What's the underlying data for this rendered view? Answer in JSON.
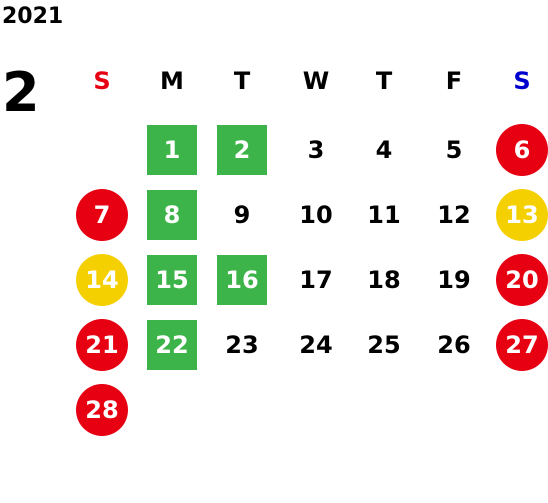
{
  "calendar": {
    "year": "2021",
    "month": "2",
    "colors": {
      "sunday_label": "#e60012",
      "saturday_label": "#0000cc",
      "holiday_red": "#e60012",
      "highlight_yellow": "#f5d000",
      "highlight_green": "#3cb449",
      "weekday_text": "#000000"
    },
    "weekdays": [
      "S",
      "M",
      "T",
      "W",
      "T",
      "F",
      "S"
    ],
    "weeks": [
      [
        {
          "day": "",
          "style": "none"
        },
        {
          "day": "1",
          "style": "square-green"
        },
        {
          "day": "2",
          "style": "square-green"
        },
        {
          "day": "3",
          "style": "plain"
        },
        {
          "day": "4",
          "style": "plain"
        },
        {
          "day": "5",
          "style": "plain"
        },
        {
          "day": "6",
          "style": "circle-red"
        }
      ],
      [
        {
          "day": "7",
          "style": "circle-red"
        },
        {
          "day": "8",
          "style": "square-green"
        },
        {
          "day": "9",
          "style": "plain"
        },
        {
          "day": "10",
          "style": "plain"
        },
        {
          "day": "11",
          "style": "plain"
        },
        {
          "day": "12",
          "style": "plain"
        },
        {
          "day": "13",
          "style": "circle-yellow"
        }
      ],
      [
        {
          "day": "14",
          "style": "circle-yellow"
        },
        {
          "day": "15",
          "style": "square-green"
        },
        {
          "day": "16",
          "style": "square-green"
        },
        {
          "day": "17",
          "style": "plain"
        },
        {
          "day": "18",
          "style": "plain"
        },
        {
          "day": "19",
          "style": "plain"
        },
        {
          "day": "20",
          "style": "circle-red"
        }
      ],
      [
        {
          "day": "21",
          "style": "circle-red"
        },
        {
          "day": "22",
          "style": "square-green"
        },
        {
          "day": "23",
          "style": "plain"
        },
        {
          "day": "24",
          "style": "plain"
        },
        {
          "day": "25",
          "style": "plain"
        },
        {
          "day": "26",
          "style": "plain"
        },
        {
          "day": "27",
          "style": "circle-red"
        }
      ],
      [
        {
          "day": "28",
          "style": "circle-red"
        },
        {
          "day": "",
          "style": "none"
        },
        {
          "day": "",
          "style": "none"
        },
        {
          "day": "",
          "style": "none"
        },
        {
          "day": "",
          "style": "none"
        },
        {
          "day": "",
          "style": "none"
        },
        {
          "day": "",
          "style": "none"
        }
      ]
    ]
  }
}
